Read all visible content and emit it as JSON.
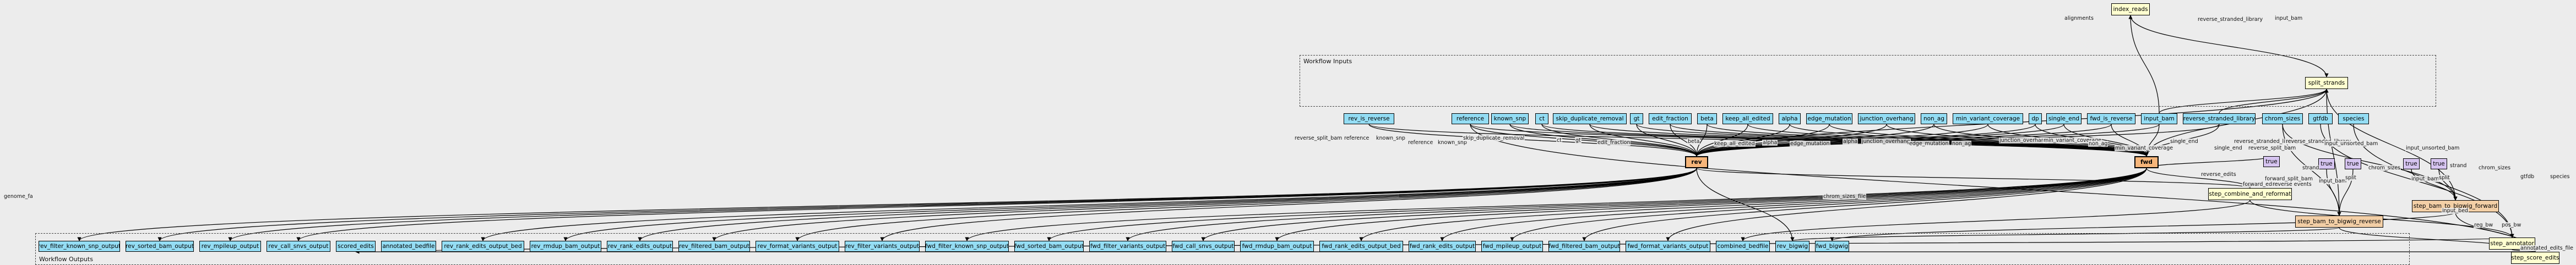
{
  "clusters": {
    "inputs_label": "Workflow Inputs",
    "outputs_label": "Workflow Outputs"
  },
  "inputs": [
    "rev_is_reverse",
    "reference",
    "known_snp",
    "ct",
    "skip_duplicate_removal",
    "gt",
    "edit_fraction",
    "beta",
    "keep_all_edited",
    "alpha",
    "edge_mutation",
    "junction_overhang",
    "non_ag",
    "min_variant_coverage",
    "dp",
    "single_end",
    "fwd_is_reverse",
    "input_bam",
    "reverse_stranded_library",
    "chrom_sizes",
    "gtfdb",
    "species"
  ],
  "steps": {
    "index_reads": "index_reads",
    "split_strands": "split_strands",
    "rev": "rev",
    "fwd": "fwd",
    "combine": "step_combine_and_reformat",
    "bigwig_reverse": "step_bam_to_bigwig_reverse",
    "bigwig_forward": "step_bam_to_bigwig_forward",
    "annotator": "step_annotator",
    "score_edits": "step_score_edits"
  },
  "constants": [
    "true",
    "true",
    "true",
    "true",
    "true"
  ],
  "outputs": [
    "rev_filter_known_snp_output",
    "rev_sorted_bam_output",
    "rev_mpileup_output",
    "rev_call_snvs_output",
    "scored_edits",
    "annotated_bedfile",
    "rev_rank_edits_output_bed",
    "rev_rmdup_bam_output",
    "rev_rank_edits_output",
    "rev_filtered_bam_output",
    "rev_format_variants_output",
    "rev_filter_variants_output",
    "fwd_filter_known_snp_output",
    "fwd_sorted_bam_output",
    "fwd_filter_variants_output",
    "fwd_call_snvs_output",
    "fwd_rmdup_bam_output",
    "fwd_rank_edits_output_bed",
    "fwd_rank_edits_output",
    "fwd_mpileup_output",
    "fwd_filtered_bam_output",
    "fwd_format_variants_output",
    "combined_bedfile",
    "rev_bigwig",
    "fwd_bigwig"
  ],
  "edge_labels": {
    "alignments": "alignments",
    "reverse_stranded_library": "reverse_stranded_library",
    "input_bam": "input_bam",
    "reverse_split_bam": "reverse_split_bam",
    "reference": "reference",
    "known_snp": "known_snp",
    "ct": "ct",
    "skip_duplicate_removal": "skip_duplicate_removal",
    "gt": "gt",
    "edit_fraction": "edit_fraction",
    "beta": "beta",
    "keep_all_edited": "keep_all_edited",
    "alpha": "alpha",
    "edge_mutation": "edge_mutation",
    "junction_overhang": "junction_overhang",
    "min_variant_coverage": "min_variant_coverage",
    "non_ag": "non_ag",
    "single_end": "single_end",
    "forward_split_bam": "forward_split_bam",
    "reverse_edits": "reverse_edits",
    "forward_edits": "forward_edits",
    "reverse_events": "reverse events",
    "chrom_sizes": "chrom_sizes",
    "chrom_sizes_file": "chrom_sizes_file",
    "strand": "strand",
    "split": "split",
    "gtfdb": "gtfdb",
    "species": "species",
    "input_bed": "input_bed",
    "reg_bw": "reg_bw",
    "pos_bw": "pos_bw",
    "annotated_edits_file": "annotated_edits_file",
    "genome_fa": "genome_fa",
    "input_unsorted_bam": "input_unsorted_bam"
  }
}
